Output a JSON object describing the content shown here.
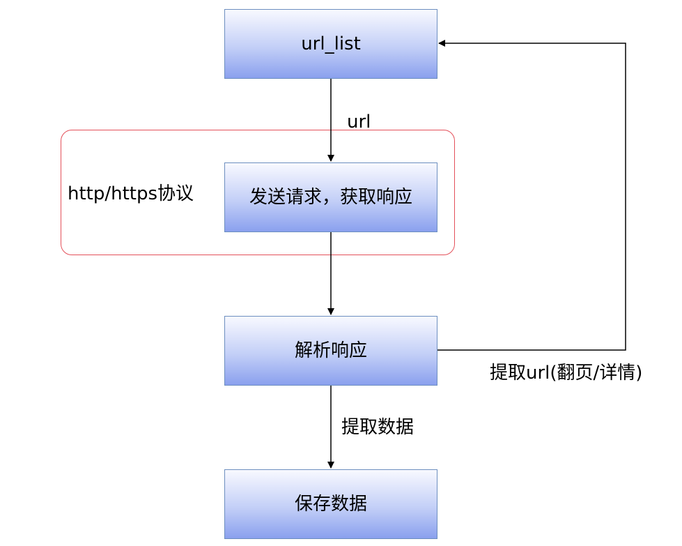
{
  "diagram": {
    "nodes": {
      "url_list": "url_list",
      "request": "发送请求，获取响应",
      "parse": "解析响应",
      "save": "保存数据"
    },
    "group": {
      "label": "http/https协议"
    },
    "edges": {
      "url_list_to_request": "url",
      "parse_to_save": "提取数据",
      "parse_to_url_list": "提取url(翻页/详情)"
    }
  }
}
